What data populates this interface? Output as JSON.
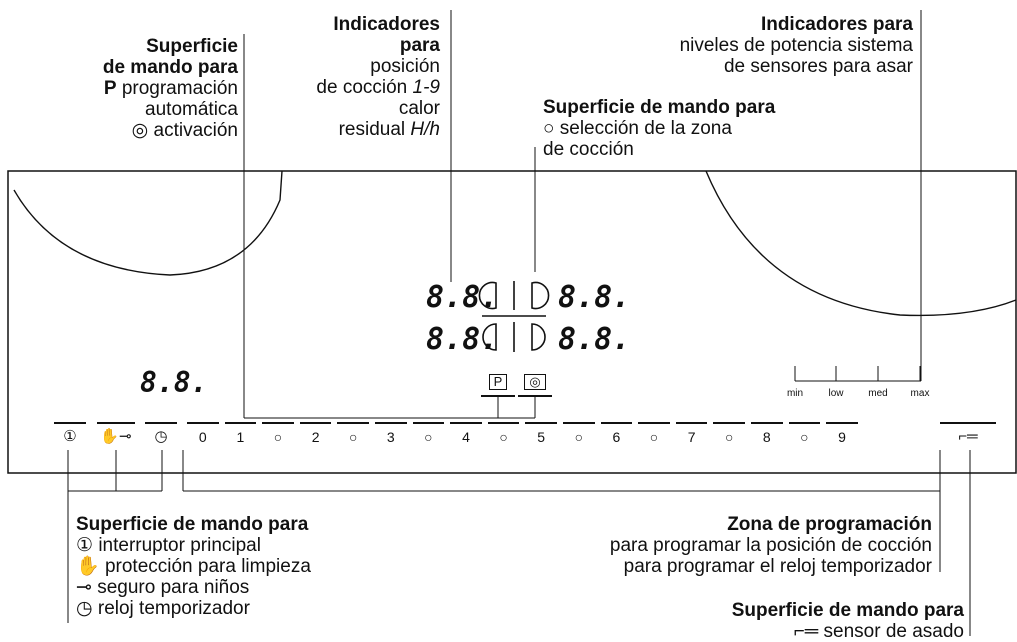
{
  "labels": {
    "prog_auto": {
      "title": "Superficie\nde mando para",
      "line1_bold": "P",
      "line1": " programación",
      "line2": "automática",
      "line3_icon": "◎",
      "line3": " activación"
    },
    "indicators": {
      "title": "Indicadores\npara",
      "line1": "posición",
      "line2": "de cocción ",
      "line2_seg": "1-9",
      "line3": "calor",
      "line4": "residual ",
      "line4_seg": "H/h"
    },
    "zone_select": {
      "title": "Superficie de mando para",
      "line1_icon": "○",
      "line1": " selección de la zona",
      "line2": "de cocción"
    },
    "power_indicators": {
      "title": "Indicadores para",
      "line1": "niveles de potencia sistema",
      "line2": "de sensores para asar"
    },
    "main_controls": {
      "title": "Superficie de mando para",
      "items": [
        {
          "icon": "①",
          "text": " interruptor principal"
        },
        {
          "icon": "✋",
          "text": " protección para limpieza"
        },
        {
          "icon": "⊸",
          "text": " seguro para niños"
        },
        {
          "icon": "◷",
          "text": " reloj temporizador"
        }
      ]
    },
    "prog_zone": {
      "title": "Zona de programación",
      "line1": "para programar la posición de cocción",
      "line2": "para programar el reloj temporizador"
    },
    "roast_sensor": {
      "title": "Superficie de mando para",
      "icon": "⌐═",
      "text": " sensor de asado"
    }
  },
  "panel": {
    "displays": [
      "8.8.",
      "8.8.",
      "8.8.",
      "8.8."
    ],
    "timer_display": "8.8.",
    "levels": [
      "min",
      "low",
      "med",
      "max"
    ],
    "p_button": "P",
    "activation_button": "◎",
    "left_keys": [
      "①",
      "✋⊸",
      "◷"
    ],
    "slider": [
      "0",
      "1",
      "○",
      "2",
      "○",
      "3",
      "○",
      "4",
      "○",
      "5",
      "○",
      "6",
      "○",
      "7",
      "○",
      "8",
      "○",
      "9"
    ],
    "sensor_key": "⌐═"
  }
}
